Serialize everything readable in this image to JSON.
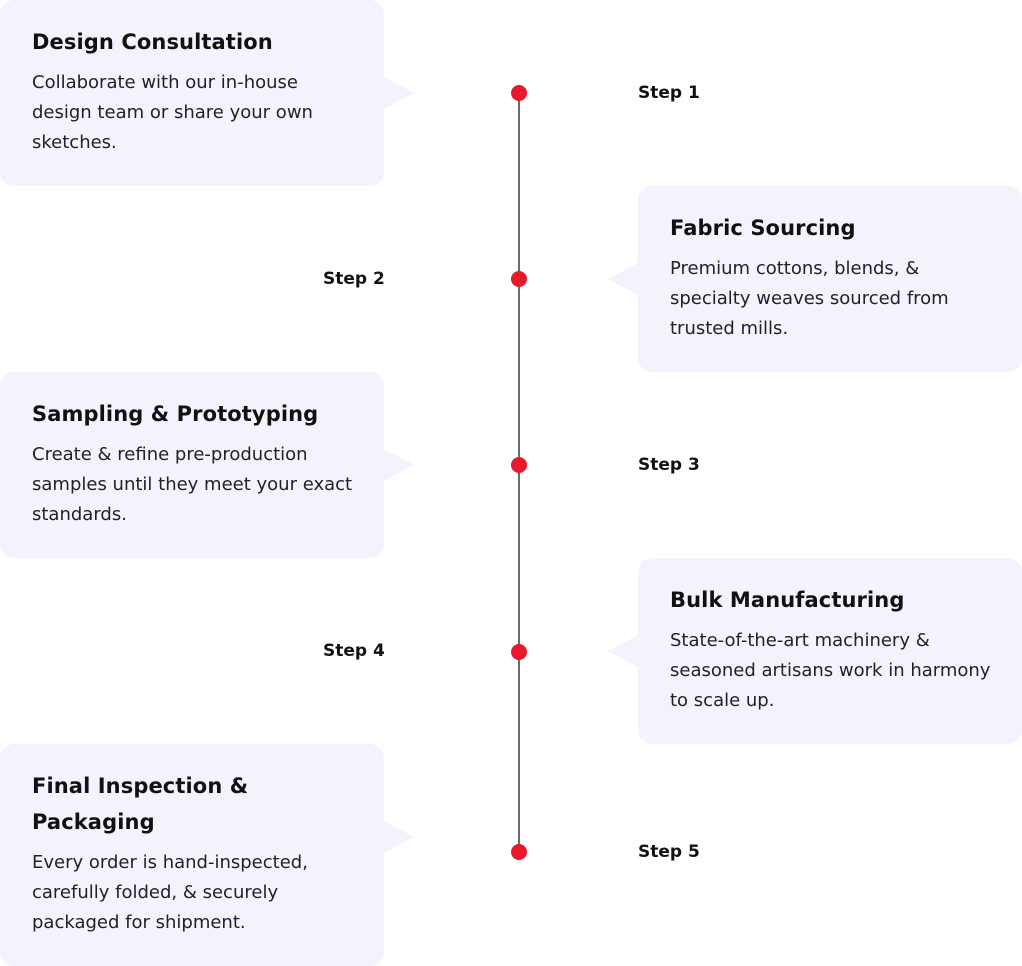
{
  "steps": [
    {
      "label": "Step 1",
      "title": "Design Consultation",
      "description": "Collaborate with our in-house design team or share your own sketches."
    },
    {
      "label": "Step 2",
      "title": "Fabric Sourcing",
      "description": "Premium cottons, blends, & specialty weaves sourced from trusted mills."
    },
    {
      "label": "Step 3",
      "title": "Sampling & Prototyping",
      "description": "Create & refine pre-production samples until they meet your exact standards."
    },
    {
      "label": "Step 4",
      "title": "Bulk Manufacturing",
      "description": "State-of-the-art machinery & seasoned artisans work in harmony to scale up."
    },
    {
      "label": "Step 5",
      "title": "Final Inspection & Packaging",
      "description": "Every order is hand-inspected, carefully folded, & securely packaged for shipment."
    }
  ],
  "colors": {
    "accent": "#e8192c",
    "card_bg": "#f3f3fd",
    "line": "#6b6b6b"
  }
}
